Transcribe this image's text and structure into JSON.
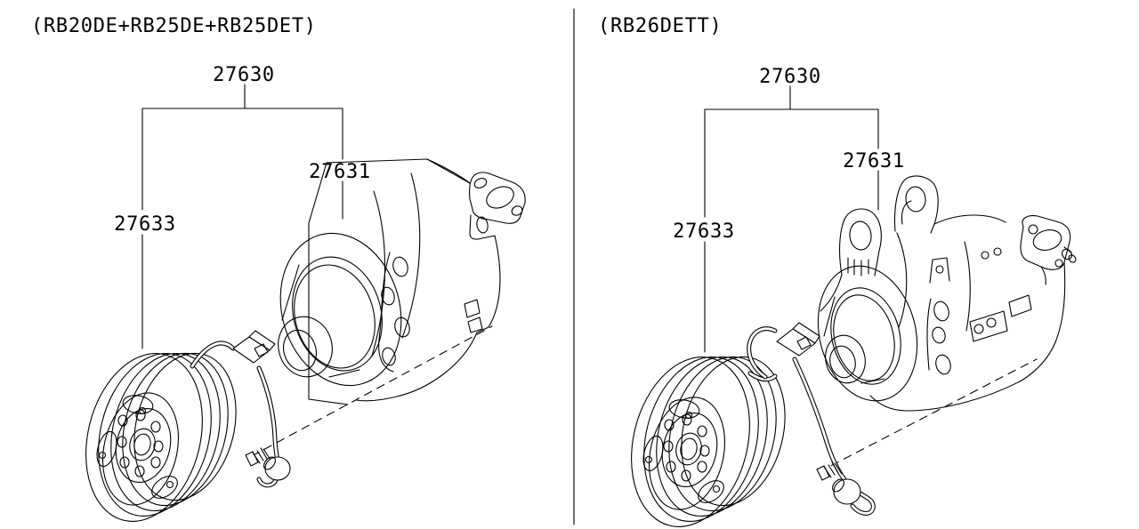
{
  "diagram": {
    "left": {
      "title": "(RB20DE+RB25DE+RB25DET)",
      "labels": {
        "assembly": "27630",
        "compressor": "27631",
        "clutch": "27633"
      }
    },
    "right": {
      "title": "(RB26DETT)",
      "labels": {
        "assembly": "27630",
        "compressor": "27631",
        "clutch": "27633"
      }
    },
    "line_color": "#000000",
    "background": "#ffffff"
  }
}
